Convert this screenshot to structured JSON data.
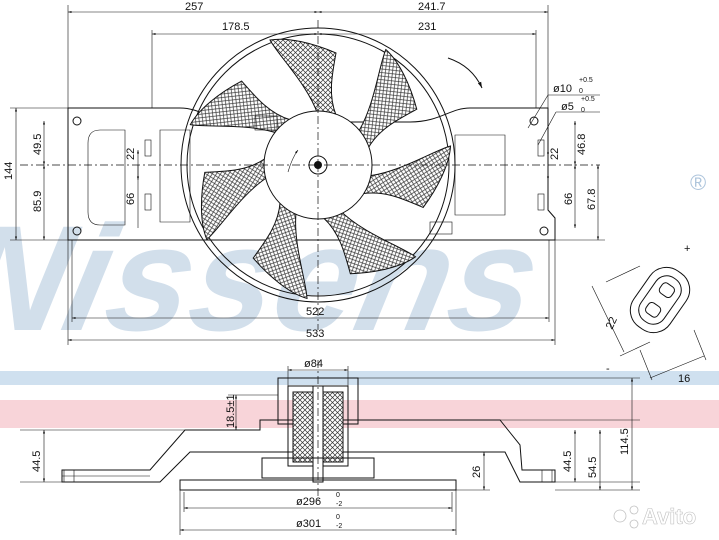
{
  "watermark": {
    "brand": "Nissens",
    "registered_mark": "®",
    "color": "#aec5dc"
  },
  "stripes": {
    "blue": "#cfe0ef",
    "red": "#f6c9cf"
  },
  "corner_badge": {
    "label": "Avito"
  },
  "top_view_dimensions": {
    "d257": "257",
    "d241_7": "241.7",
    "d178_5": "178.5",
    "d231": "231",
    "d49_5": "49.5",
    "d144": "144",
    "d22_left": "22",
    "d66_left": "66",
    "d85_9": "85.9",
    "d22_right": "22",
    "d46_8": "46.8",
    "d66_right": "66",
    "d67_8": "67.8",
    "d522": "522",
    "d533": "533",
    "hole_large": {
      "symbol": "ø10",
      "tol_upper": "+0.5",
      "tol_lower": "0"
    },
    "hole_small": {
      "symbol": "ø5",
      "tol_upper": "+0.5",
      "tol_lower": "0"
    }
  },
  "connector_detail": {
    "plus": "+",
    "minus": "-",
    "d22": "22",
    "d16": "16"
  },
  "side_view_dimensions": {
    "d84": "ø84",
    "d18_5": "18.5±1",
    "d44_5_left": "44.5",
    "d26": "26",
    "d44_5_right": "44.5",
    "d54_5": "54.5",
    "d114_5": "114.5",
    "d296": {
      "main": "ø296",
      "tol_upper": "0",
      "tol_lower": "-2"
    },
    "d301": {
      "main": "ø301",
      "tol_upper": "0",
      "tol_lower": "-2"
    }
  }
}
